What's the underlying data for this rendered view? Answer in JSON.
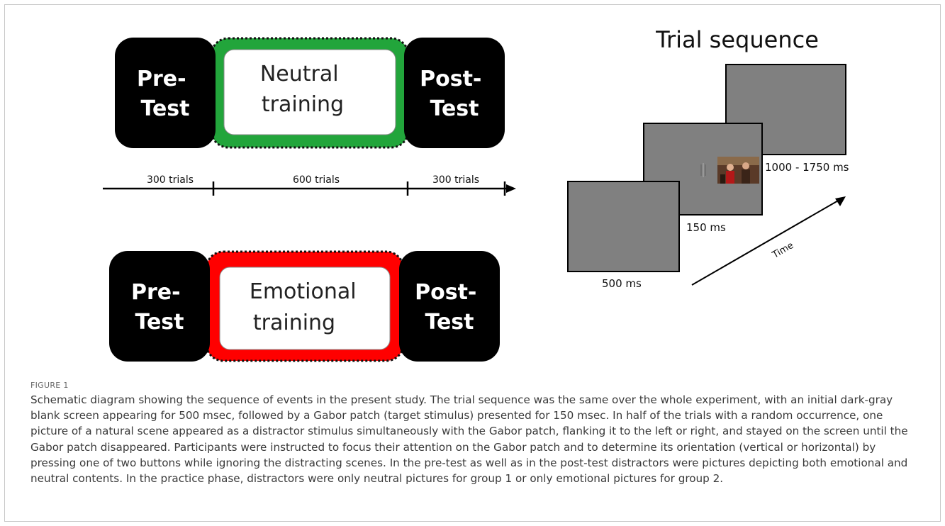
{
  "figure": {
    "groups": [
      {
        "pre": [
          "Pre-",
          "Test"
        ],
        "training": [
          "Neutral",
          "training"
        ],
        "post": [
          "Post-",
          "Test"
        ],
        "color": "#22a53b"
      },
      {
        "pre": [
          "Pre-",
          "Test"
        ],
        "training": [
          "Emotional",
          "training"
        ],
        "post": [
          "Post-",
          "Test"
        ],
        "color": "#ff0000"
      }
    ],
    "timeline": {
      "labels": [
        "300 trials",
        "600 trials",
        "300 trials"
      ]
    },
    "trial_sequence": {
      "title": "Trial sequence",
      "durations": [
        "500 ms",
        "150 ms",
        "1000 - 1750 ms"
      ],
      "time_label": "Time",
      "screen_color": "#808080"
    }
  },
  "caption": {
    "label": "FIGURE 1",
    "text": "Schematic diagram showing the sequence of events in the present study. The trial sequence was the same over the whole experiment, with an initial dark-gray blank screen appearing for 500 msec, followed by a Gabor patch (target stimulus) presented for 150 msec. In half of the trials with a random occurrence, one picture of a natural scene appeared as a distractor stimulus simultaneously with the Gabor patch, flanking it to the left or right, and stayed on the screen until the Gabor patch disappeared. Participants were instructed to focus their attention on the Gabor patch and to determine its orientation (vertical or horizontal) by pressing one of two buttons while ignoring the distracting scenes. In the pre-test as well as in the post-test distractors were pictures depicting both emotional and neutral contents. In the practice phase, distractors were only neutral pictures for group 1 or only emotional pictures for group 2."
  }
}
